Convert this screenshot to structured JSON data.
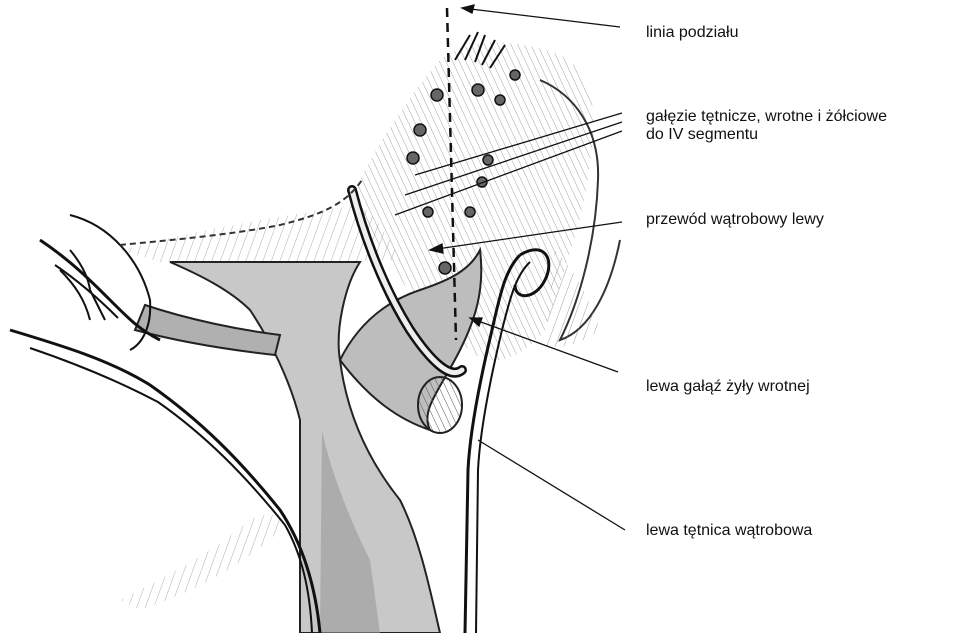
{
  "labels": {
    "division_line": "linia podziału",
    "branches_line1": "gałęzie tętnicze, wrotne i żółciowe",
    "branches_line2": "do IV segmentu",
    "left_hepatic_duct": "przewód wątrobowy lewy",
    "left_portal_vein": "lewa gałąź żyły wrotnej",
    "left_hepatic_artery": "lewa tętnica wątrobowa"
  },
  "colors": {
    "ink": "#111111",
    "shade": "#9a9a9a",
    "light_shade": "#c8c8c8",
    "background": "#ffffff"
  }
}
